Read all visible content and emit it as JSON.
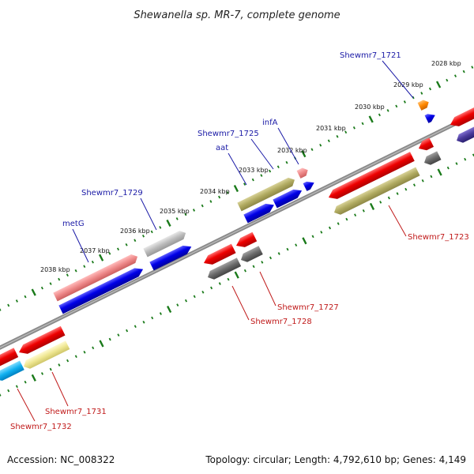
{
  "title": "Shewanella sp. MR-7, complete genome",
  "footer": {
    "accession": "Accession: NC_008322",
    "summary": "Topology: circular; Length: 4,792,610 bp; Genes: 4,149"
  },
  "colors": {
    "backbone": "#8a8a8a",
    "ticks": "#1a7a1a",
    "label_forward": "#1a1aa6",
    "label_reverse": "#c01a1a",
    "red": "#e00000",
    "pink": "#ee8888",
    "blue": "#0000e0",
    "olive": "#b0aa60",
    "yellow": "#eee690",
    "gray": "#6a6a6a",
    "lightgray": "#bbbbbb",
    "cyan": "#10b0f0",
    "orange": "#ff8800",
    "indigo": "#4a3a9a"
  },
  "kbp_labels": [
    "2028 kbp",
    "2029 kbp",
    "2030 kbp",
    "2031 kbp",
    "2032 kbp",
    "2033 kbp",
    "2034 kbp",
    "2035 kbp",
    "2036 kbp",
    "2037 kbp",
    "2038 kbp"
  ],
  "gene_labels": [
    {
      "text": "Shewmr7_1721",
      "strand": "forward"
    },
    {
      "text": "infA",
      "strand": "forward"
    },
    {
      "text": "Shewmr7_1725",
      "strand": "forward"
    },
    {
      "text": "aat",
      "strand": "forward"
    },
    {
      "text": "Shewmr7_1729",
      "strand": "forward"
    },
    {
      "text": "metG",
      "strand": "forward"
    },
    {
      "text": "Shewmr7_1723",
      "strand": "reverse"
    },
    {
      "text": "Shewmr7_1727",
      "strand": "reverse"
    },
    {
      "text": "Shewmr7_1728",
      "strand": "reverse"
    },
    {
      "text": "Shewmr7_1731",
      "strand": "reverse"
    },
    {
      "text": "Shewmr7_1732",
      "strand": "reverse"
    }
  ]
}
